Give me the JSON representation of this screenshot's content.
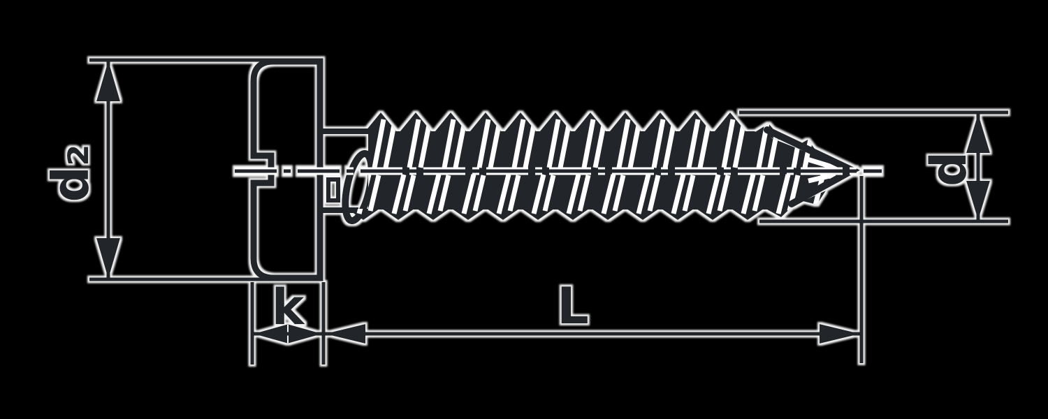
{
  "figure": {
    "name": "slotted-pan-head-tapping-screw-technical-drawing",
    "background_color": "#000000",
    "ink_color": "#212629",
    "halo_color": "#ffffff",
    "labels": {
      "head_diameter": "d₂",
      "head_height": "k",
      "overall_length": "L",
      "thread_diameter": "d"
    }
  }
}
